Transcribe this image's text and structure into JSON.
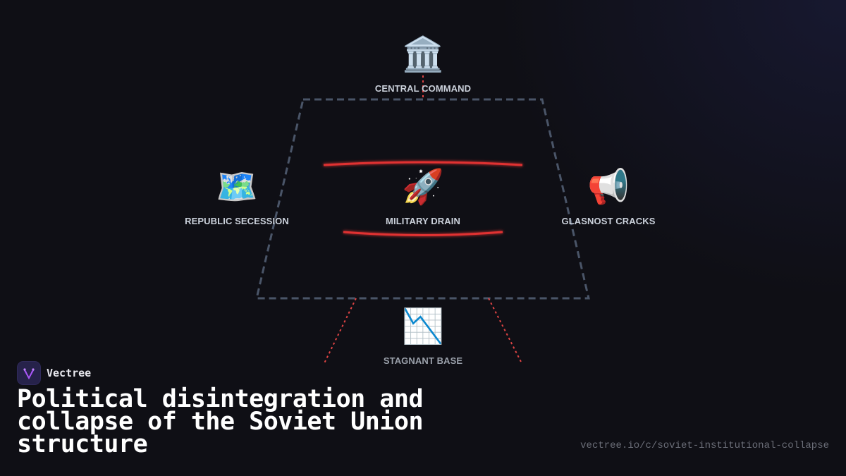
{
  "diagram": {
    "nodes": {
      "top": {
        "icon": "🏛️",
        "icon_name": "classical-building-icon",
        "label": "CENTRAL COMMAND"
      },
      "left": {
        "icon": "🗺️",
        "icon_name": "world-map-icon",
        "label": "REPUBLIC SECESSION"
      },
      "center": {
        "icon": "🚀",
        "icon_name": "rocket-icon",
        "label": "MILITARY DRAIN"
      },
      "right": {
        "icon": "📢",
        "icon_name": "megaphone-icon",
        "label": "GLASNOST CRACKS"
      },
      "bottom": {
        "icon": "📉",
        "icon_name": "chart-decreasing-icon",
        "label": "STAGNANT BASE"
      }
    },
    "colors": {
      "frame": "#4a5568",
      "fracture": "#e53535",
      "crack_line": "#d93a3a"
    }
  },
  "brand": {
    "name": "Vectree",
    "logo_color": "#a855f7"
  },
  "title": "Political disintegration and collapse of the Soviet Union structure",
  "url": "vectree.io/c/soviet-institutional-collapse"
}
